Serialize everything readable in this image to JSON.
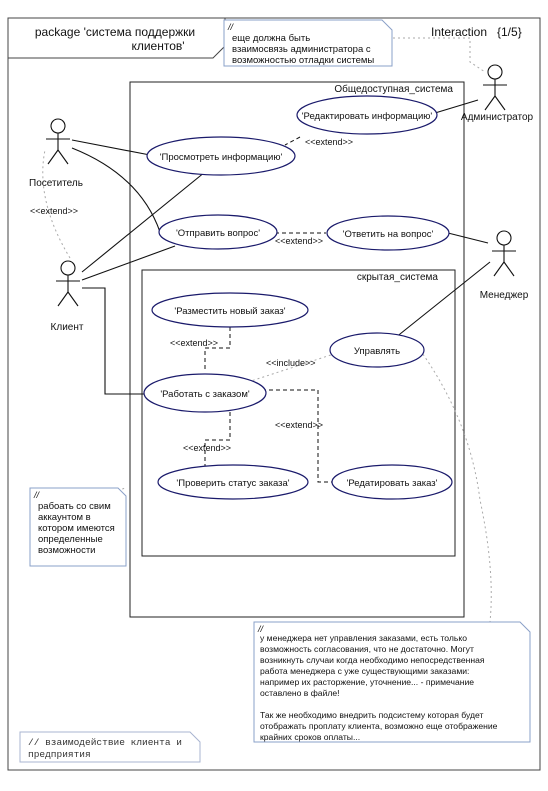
{
  "diagram": {
    "package_title_line1": "package 'система поддержки",
    "package_title_line2": "клиентов'",
    "interaction_label": "Interaction",
    "page_indicator": "{1/5}",
    "boundaries": {
      "public": "Общедоступная_система",
      "hidden": "скрытая_система"
    },
    "actors": {
      "visitor": "Посетитель",
      "client": "Клиент",
      "admin": "Администратор",
      "manager": "Менеджер"
    },
    "use_cases": {
      "edit_info": "'Редактировать информацию'",
      "view_info": "'Просмотреть информацию'",
      "send_question": "'Отправить вопрос'",
      "answer_question": "'Ответить на вопрос'",
      "place_order": "'Разместить новый заказ'",
      "manage": "Управлять",
      "work_with_order": "'Работать с заказом'",
      "check_status": "'Проверить статус заказа'",
      "edit_order": "'Редатировать заказ'"
    },
    "stereotypes": {
      "extend": "<<extend>>",
      "include": "<<include>>"
    },
    "notes": {
      "top": {
        "marker": "//",
        "lines": [
          "еще должна быть",
          "взаимосвязь администратора с",
          "возможностью отладки системы"
        ]
      },
      "left": {
        "marker": "//",
        "lines": [
          "рабоать со свим",
          "аккаунтом в",
          "котором имеются",
          "определенные",
          "возможности"
        ]
      },
      "right": {
        "marker": "//",
        "lines": [
          "у менеджера нет управления заказами, есть только",
          "возможность согласования, что не достаточно. Могут",
          "возникнуть случаи когда необходимо непосредственная",
          "работа менеджера с уже существующими заказами:",
          "например их расторжение, уточнение... - примечание",
          "оставлено в файле!",
          "",
          "Так же необходимо внедрить подсистему которая будет",
          "отображать проплату клиента, возможно еще отображение",
          "крайних сроков оплаты..."
        ]
      },
      "bottom": {
        "lines": [
          "// взаимодействие клиента и",
          "предприятия"
        ]
      }
    }
  }
}
